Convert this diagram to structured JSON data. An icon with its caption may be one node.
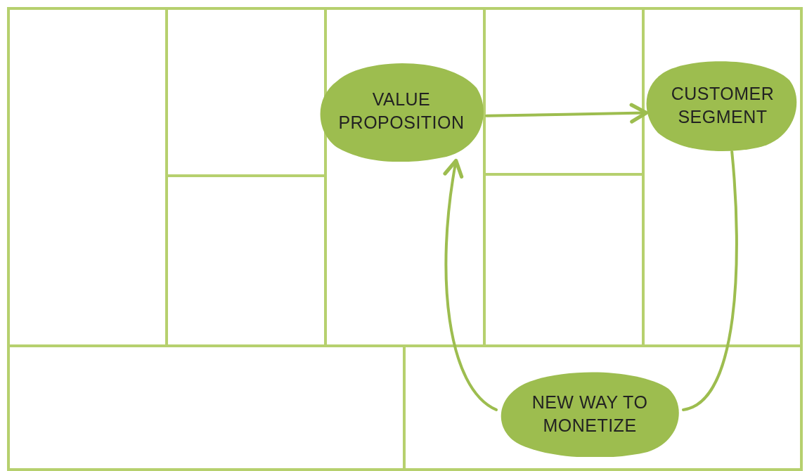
{
  "diagram": {
    "nodes": [
      {
        "text": [
          "VALUE PROPOSITION"
        ]
      },
      {
        "text": [
          "CUSTOMER SEGMENT"
        ]
      },
      {
        "text": [
          "NEW WAY TO MONETIZE"
        ]
      }
    ],
    "edges": [
      {
        "from": 0,
        "to": 1,
        "arrow": "to"
      },
      {
        "from": 1,
        "to": 2,
        "arrow": "none"
      },
      {
        "from": 2,
        "to": 0,
        "arrow": "to"
      }
    ]
  }
}
